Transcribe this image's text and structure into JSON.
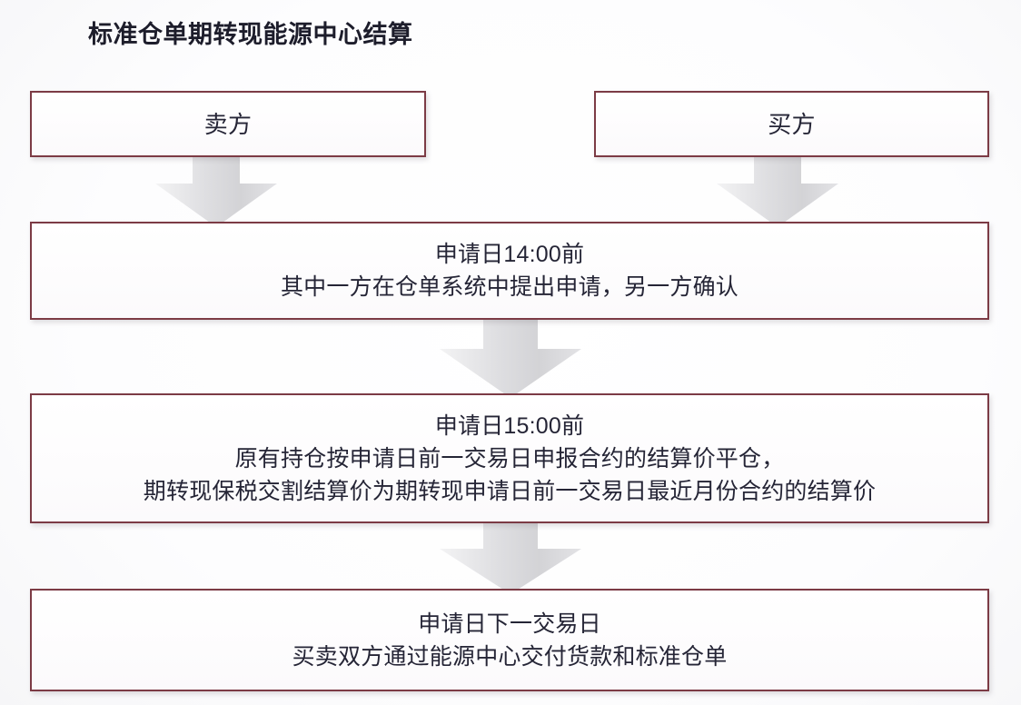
{
  "page": {
    "title": "标准仓单期转现能源中心结算",
    "background_color": "#ffffff"
  },
  "theme": {
    "box_border_color": "#7c3b45",
    "box_fill_color": "#ffffff",
    "text_color": "#252536",
    "arrow_fill_light": "#ececed",
    "arrow_fill_dark": "#c9c9cc",
    "title_color": "#1d1d2b"
  },
  "diagram": {
    "type": "flowchart",
    "direction": "top-to-bottom",
    "parties": [
      {
        "id": "seller",
        "label": "卖方"
      },
      {
        "id": "buyer",
        "label": "买方"
      }
    ],
    "steps": [
      {
        "id": "step-1",
        "line1": "申请日14:00前",
        "line2": "其中一方在仓单系统中提出申请，另一方确认"
      },
      {
        "id": "step-2",
        "line1": "申请日15:00前",
        "line2": "原有持仓按申请日前一交易日申报合约的结算价平仓，",
        "line3": "期转现保税交割结算价为期转现申请日前一交易日最近月份合约的结算价"
      },
      {
        "id": "step-3",
        "line1": "申请日下一交易日",
        "line2": "买卖双方通过能源中心交付货款和标准仓单"
      }
    ],
    "connectors": [
      {
        "id": "arrow-seller",
        "from": "seller",
        "to": "step-1",
        "shape": "block-arrow-down"
      },
      {
        "id": "arrow-buyer",
        "from": "buyer",
        "to": "step-1",
        "shape": "block-arrow-down"
      },
      {
        "id": "arrow-mid-1",
        "from": "step-1",
        "to": "step-2",
        "shape": "block-arrow-down"
      },
      {
        "id": "arrow-mid-2",
        "from": "step-2",
        "to": "step-3",
        "shape": "block-arrow-down"
      }
    ]
  }
}
